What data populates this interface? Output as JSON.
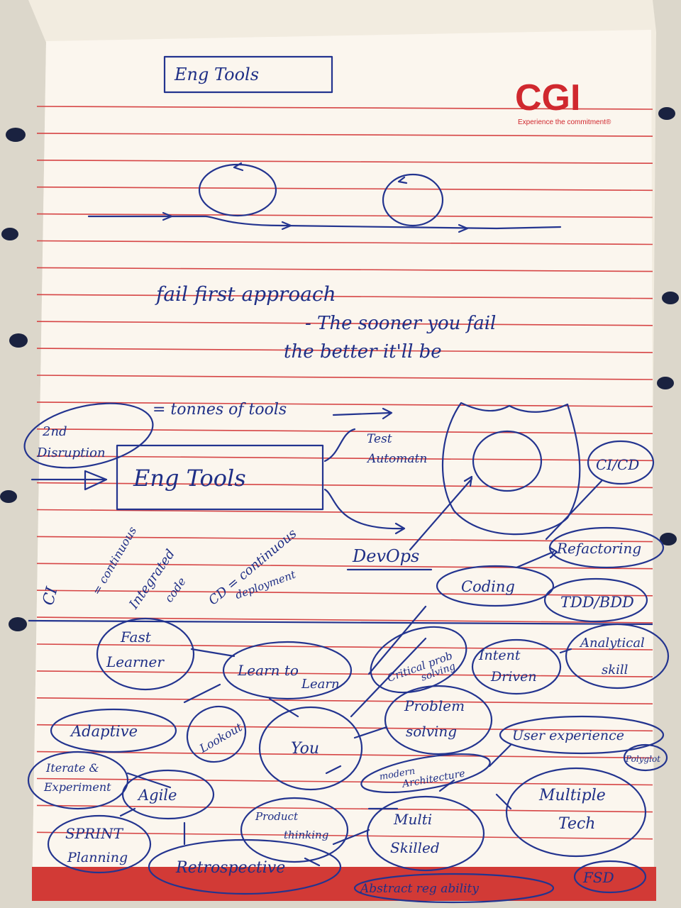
{
  "brand": {
    "logo": "CGI",
    "tagline": "Experience the commitment®"
  },
  "colors": {
    "ink": "#23348f",
    "rule": "#d64545",
    "brand": "#d0282e",
    "paper": "#fbf6ee",
    "footer_band": "#d23a36"
  },
  "notes": {
    "title": "Eng Tools",
    "fail_first": "fail first approach",
    "dash_line": "- The sooner you fail",
    "better_line": "the better it'll be",
    "tonnes": "= tonnes of tools",
    "disruption_1": "2nd",
    "disruption_2": "Disruption",
    "eng_tools_box": "Eng Tools",
    "test_1": "Test",
    "test_2": "Automatn",
    "devops": "DevOps",
    "ci_1": "CI",
    "ci_2": "= continuous",
    "ci_3": "Integrated",
    "ci_4": "code",
    "cd_1": "CD = continuous",
    "cd_2": "deployment",
    "cicd": "CI/CD",
    "refactoring": "Refactoring",
    "coding": "Coding",
    "tdd": "TDD/BDD",
    "fast_1": "Fast",
    "fast_2": "Learner",
    "learn_1": "Learn to",
    "learn_2": "Learn",
    "critical_1": "Critical prob",
    "critical_2": "solving",
    "intent_1": "Intent",
    "intent_2": "Driven",
    "analytical_1": "Analytical",
    "analytical_2": "skill",
    "adaptive": "Adaptive",
    "lookout": "Lookout",
    "you": "You",
    "problem_1": "Problem",
    "problem_2": "solving",
    "ux": "User experience",
    "polyglot": "Polyglot",
    "iterate_1": "Iterate &",
    "iterate_2": "Experiment",
    "agile": "Agile",
    "modern_1": "modern",
    "modern_2": "Architecture",
    "multiple_1": "Multiple",
    "multiple_2": "Tech",
    "product_1": "Product",
    "product_2": "thinking",
    "multi_1": "Multi",
    "multi_2": "Skilled",
    "sprint_1": "SPRINT",
    "sprint_2": "Planning",
    "retro": "Retrospective",
    "abstract": "Abstract reg ability",
    "fsd": "FSD"
  }
}
